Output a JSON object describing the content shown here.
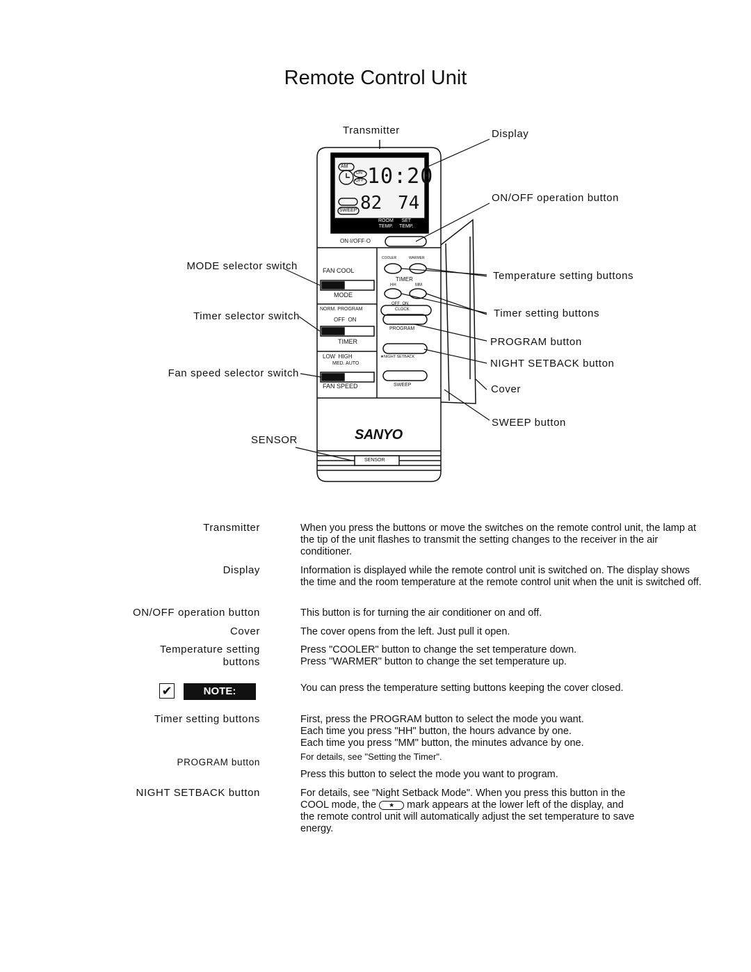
{
  "page_title": "Remote Control Unit",
  "diagram": {
    "callouts": {
      "transmitter": "Transmitter",
      "display": "Display",
      "onoff_button": "ON/OFF operation button",
      "temperature_buttons": "Temperature setting buttons",
      "timer_buttons": "Timer setting buttons",
      "program_button": "PROGRAM button",
      "night_setback_button": "NIGHT SETBACK button",
      "cover": "Cover",
      "sweep_button": "SWEEP button",
      "mode_switch": "MODE selector switch",
      "timer_switch": "Timer selector switch",
      "fan_switch": "Fan speed selector switch",
      "sensor": "SENSOR"
    },
    "lcd": {
      "am": "AM",
      "on": "ON",
      "off": "OFF",
      "time": "10:20",
      "sweep": "SWEEP",
      "room_temp": "82",
      "set_temp": "74",
      "room_label_1": "ROOM",
      "room_label_2": "TEMP.",
      "set_label_1": "SET",
      "set_label_2": "TEMP."
    },
    "unit_labels": {
      "onoff": "ON·I/OFF·O",
      "fan_cool": "FAN COOL",
      "mode": "MODE",
      "norm_program": "NORM. PROGRAM",
      "off_on": "OFF  ON",
      "timer_switch": "TIMER",
      "low_high": "LOW  HIGH",
      "med_auto": "MED. AUTO",
      "fan_speed": "FAN SPEED",
      "cooler": "COOLER",
      "warmer": "WARMER",
      "timer_buttons": "TIMER",
      "hh": "HH",
      "mm": "MM",
      "clock": "CLOCK",
      "off_on_clock": "OFF  ON",
      "program": "PROGRAM",
      "night_setback": "★NIGHT SETBACK",
      "sweep": "SWEEP",
      "brand": "SANYO",
      "sensor": "SENSOR"
    }
  },
  "definitions": {
    "transmitter": {
      "term": "Transmitter",
      "text": "When you press the buttons or move the switches on the remote control unit, the lamp at the tip of the unit flashes to transmit the setting changes to the receiver in the air conditioner."
    },
    "display": {
      "term": "Display",
      "text": "Information is displayed while the remote control unit is switched on. The display shows the time and the room temperature at the remote control unit when the unit is switched off."
    },
    "onoff": {
      "term": "ON/OFF operation button",
      "text": "This button is for turning the air conditioner on and off."
    },
    "cover": {
      "term": "Cover",
      "text": "The cover opens from the left. Just pull it open."
    },
    "temperature": {
      "term_1": "Temperature setting",
      "term_2": "buttons",
      "line_1": "Press \"COOLER\" button to change the set temperature down.",
      "line_2": "Press \"WARMER\" button to change the set temperature up."
    },
    "note": {
      "badge": "NOTE:",
      "text": "You can press the temperature setting buttons keeping the cover closed."
    },
    "timer": {
      "term": "Timer setting buttons",
      "line_1": "First, press the PROGRAM button to select the mode you want.",
      "line_2": "Each time you press \"HH\" button, the hours advance by one.",
      "line_3": "Each time you press \"MM\" button, the minutes advance by one.",
      "line_4": "For details, see \"Setting the Timer\"."
    },
    "program": {
      "term": "PROGRAM button",
      "text": "Press this button to select the mode you want to program."
    },
    "night_setback": {
      "term": "NIGHT SETBACK button",
      "line_1": "For details, see \"Night Setback Mode\". When you press this button in the",
      "line_2_a": "COOL mode, the",
      "line_2_icon": "★",
      "line_2_b": "mark appears at the lower left of the display, and",
      "line_3": "the remote control unit will automatically adjust the set temperature to save",
      "line_4": "energy."
    }
  }
}
